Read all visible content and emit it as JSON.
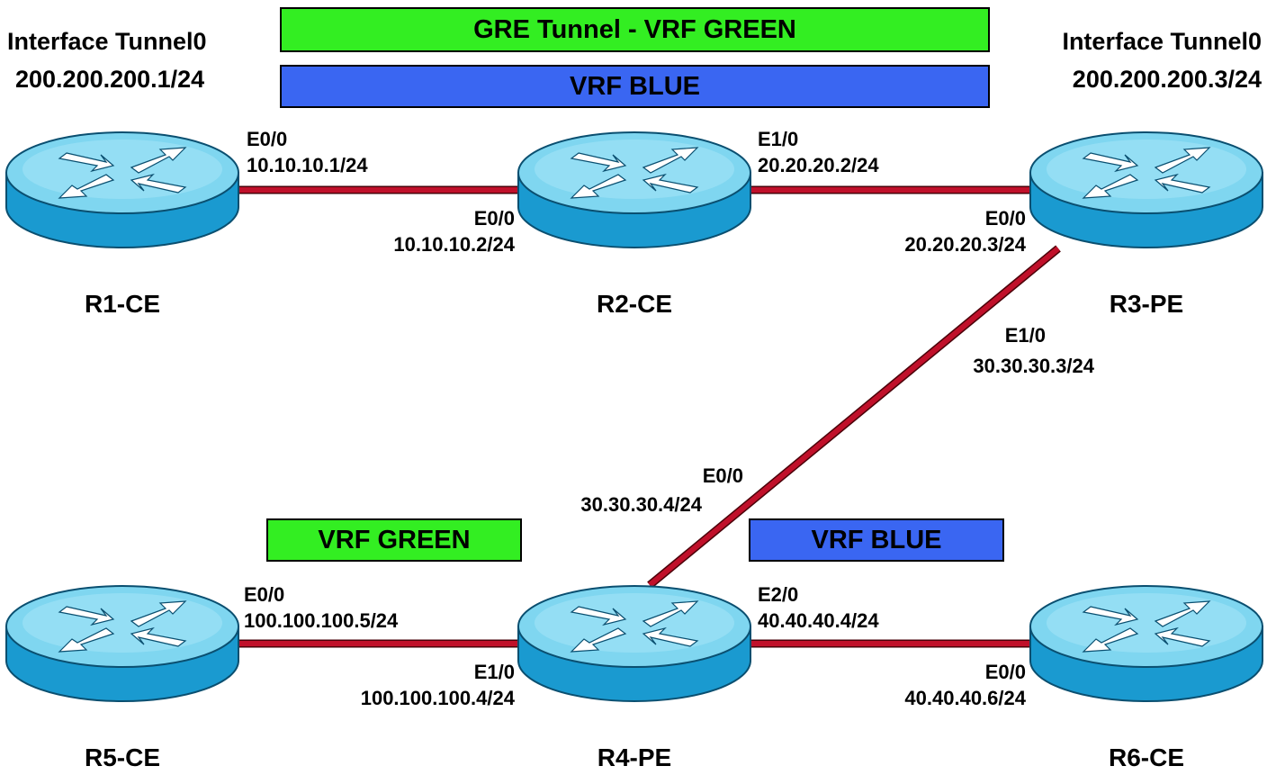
{
  "colors": {
    "link": "#c0102a",
    "vrf_green": "#33ee22",
    "vrf_blue": "#3a66f2",
    "router_top": "#7fd6f0",
    "router_side": "#1a9ad0"
  },
  "header": {
    "tunnel_banner": "GRE Tunnel - VRF GREEN",
    "vrf_blue_banner": "VRF BLUE",
    "left_tunnel_title": "Interface Tunnel0",
    "left_tunnel_ip": "200.200.200.1/24",
    "right_tunnel_title": "Interface Tunnel0",
    "right_tunnel_ip": "200.200.200.3/24"
  },
  "routers": {
    "r1": {
      "name": "R1-CE",
      "icon": "router-icon"
    },
    "r2": {
      "name": "R2-CE",
      "icon": "router-icon"
    },
    "r3": {
      "name": "R3-PE",
      "icon": "router-icon"
    },
    "r4": {
      "name": "R4-PE",
      "icon": "router-icon"
    },
    "r5": {
      "name": "R5-CE",
      "icon": "router-icon"
    },
    "r6": {
      "name": "R6-CE",
      "icon": "router-icon"
    }
  },
  "links": {
    "r1_r2": {
      "a_if": "E0/0",
      "a_ip": "10.10.10.1/24",
      "b_if": "E0/0",
      "b_ip": "10.10.10.2/24"
    },
    "r2_r3": {
      "a_if": "E1/0",
      "a_ip": "20.20.20.2/24",
      "b_if": "E0/0",
      "b_ip": "20.20.20.3/24"
    },
    "r3_r4": {
      "a_if": "E1/0",
      "a_ip": "30.30.30.3/24",
      "b_if": "E0/0",
      "b_ip": "30.30.30.4/24"
    },
    "r5_r4": {
      "a_if": "E0/0",
      "a_ip": "100.100.100.5/24",
      "b_if": "E1/0",
      "b_ip": "100.100.100.4/24"
    },
    "r4_r6": {
      "a_if": "E2/0",
      "a_ip": "40.40.40.4/24",
      "b_if": "E0/0",
      "b_ip": "40.40.40.6/24"
    }
  },
  "vrf_tags": {
    "green": "VRF GREEN",
    "blue": "VRF BLUE"
  }
}
